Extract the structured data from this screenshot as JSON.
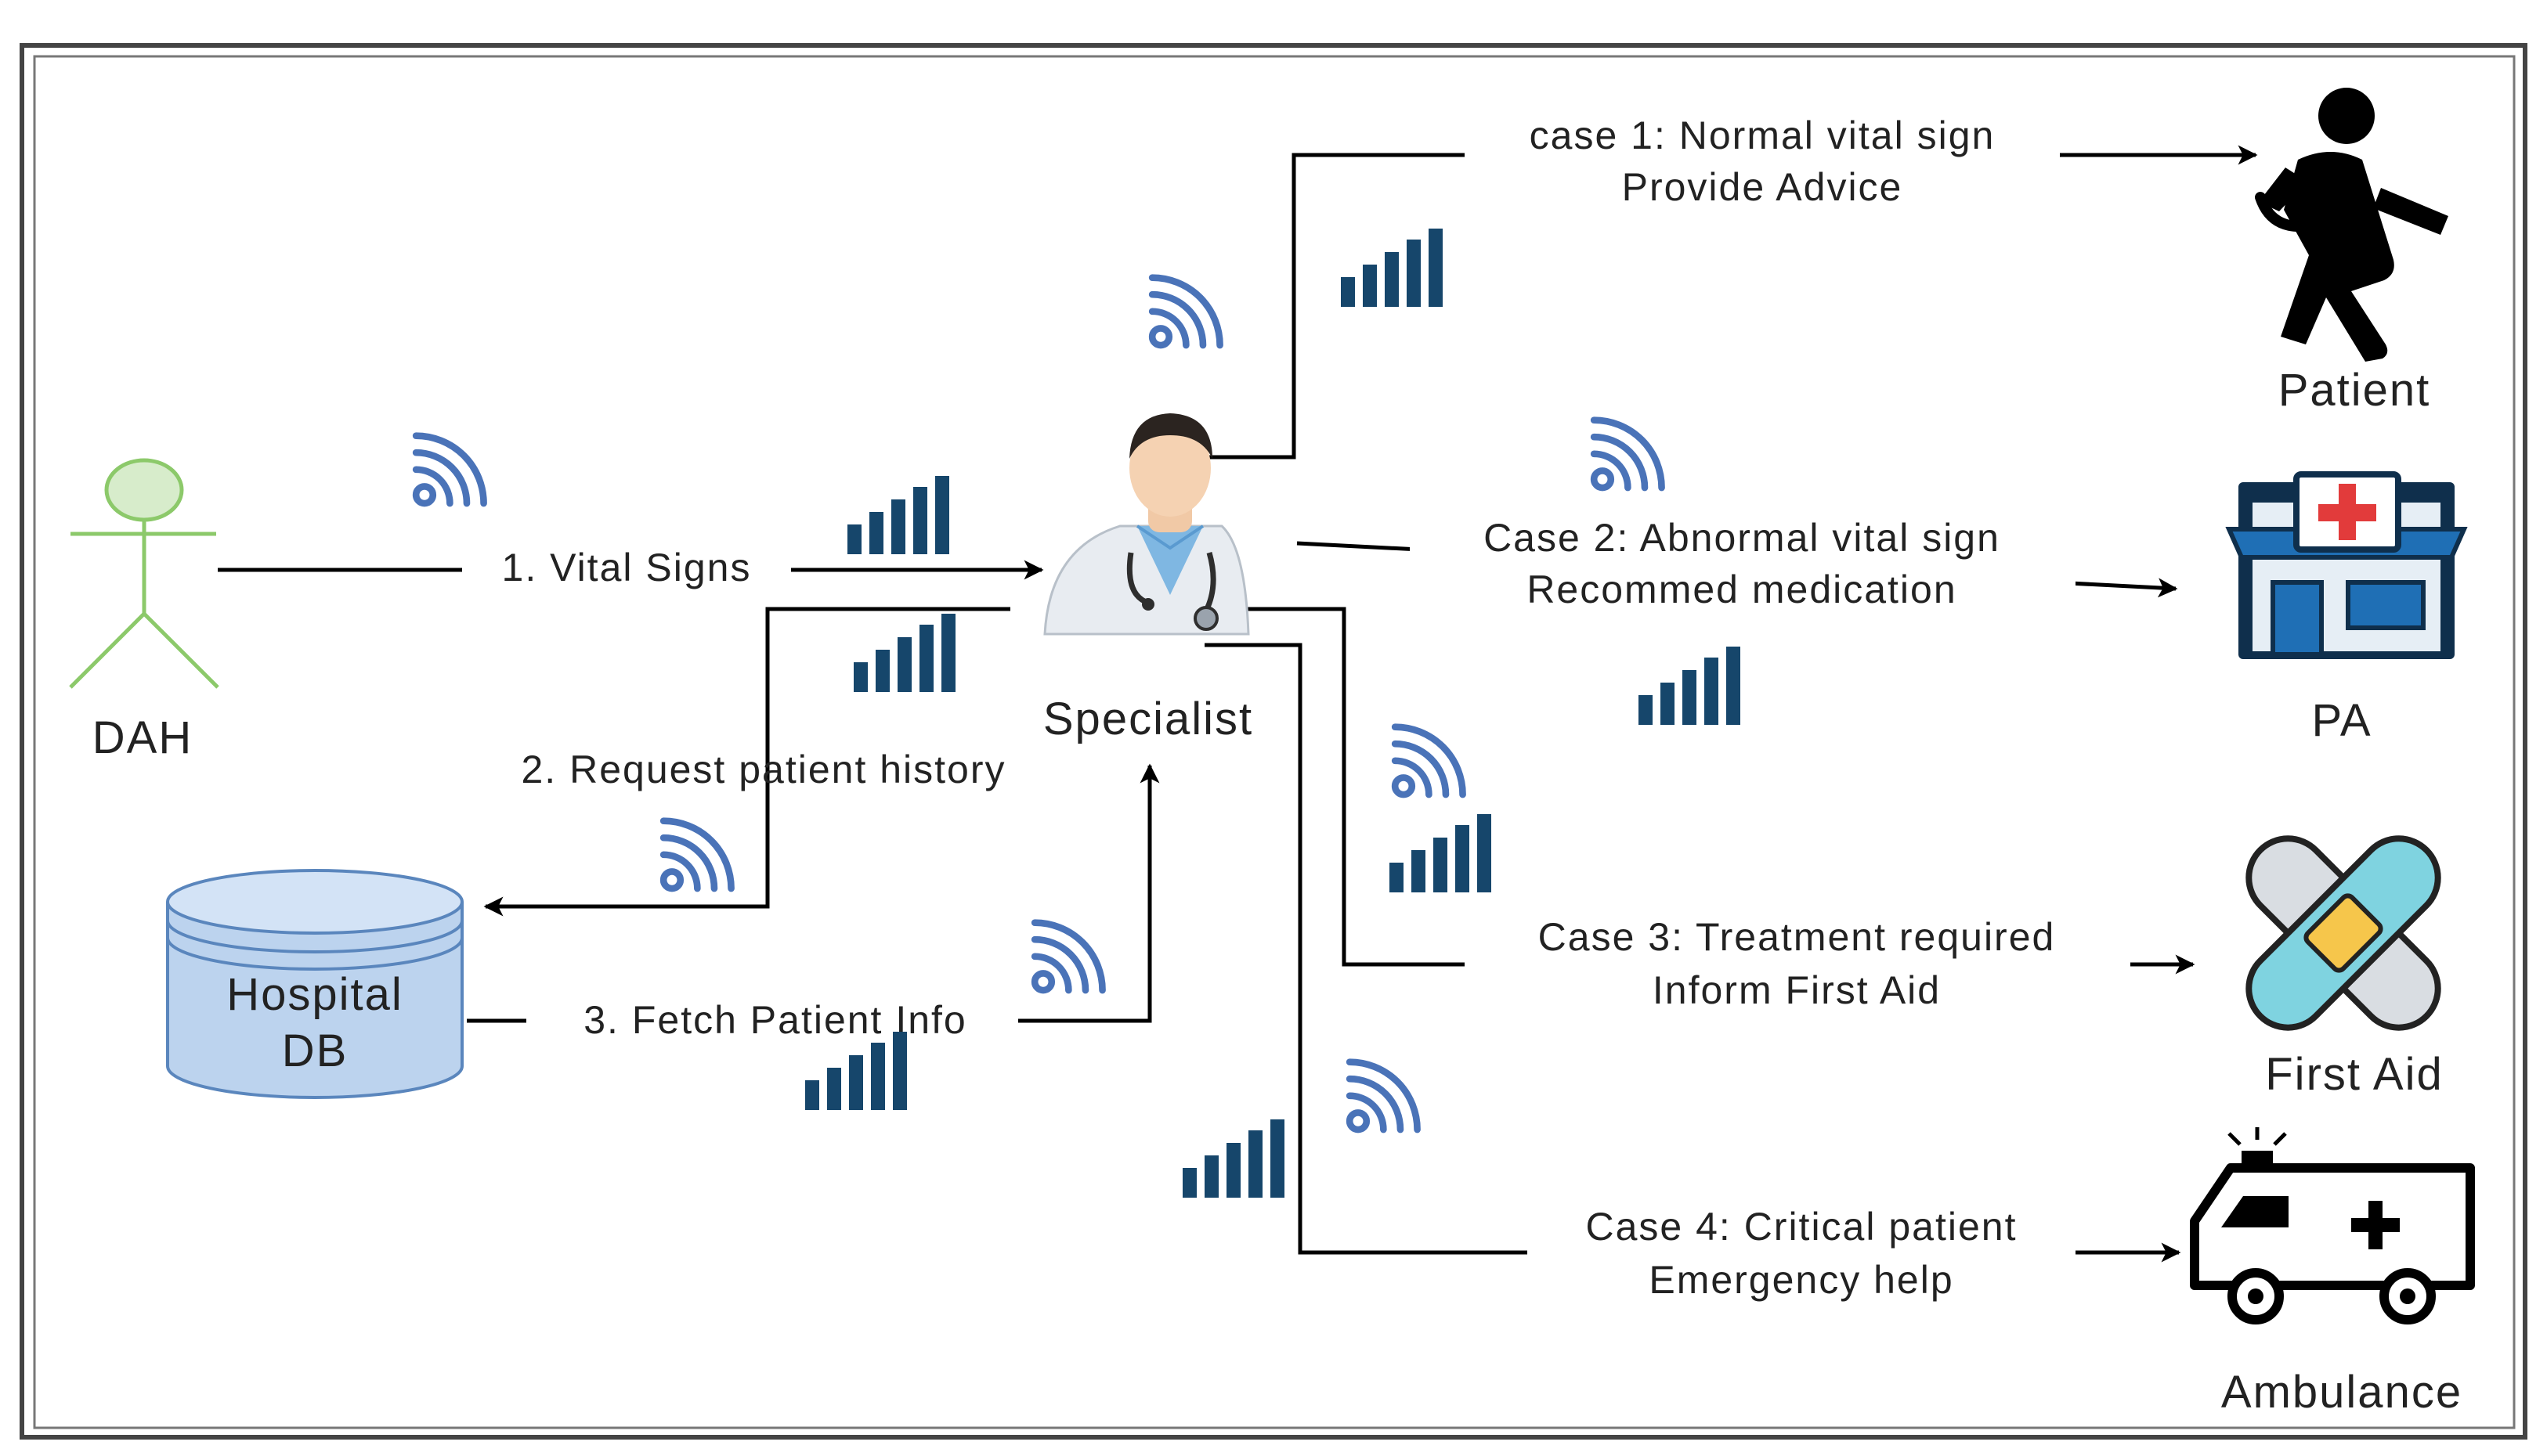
{
  "nodes": {
    "dah": "DAH",
    "specialist": "Specialist",
    "hospital_db": [
      "Hospital",
      "DB"
    ],
    "patient": "Patient",
    "pa": "PA",
    "first_aid": "First Aid",
    "ambulance": "Ambulance"
  },
  "edges": {
    "vital_signs": "1. Vital Signs",
    "request_history": "2. Request patient history",
    "fetch_info": "3. Fetch Patient Info",
    "case1": [
      "case 1: Normal vital sign",
      "Provide Advice"
    ],
    "case2": [
      "Case 2: Abnormal vital sign",
      "Recommed medication"
    ],
    "case3": [
      "Case 3: Treatment required",
      "Inform First Aid"
    ],
    "case4": [
      "Case 4: Critical patient",
      "Emergency help"
    ]
  },
  "colors": {
    "wifi": "#4a73b8",
    "signal_bars": "#16466b",
    "actor": "#8cc96a",
    "database": "#bcd3ee",
    "pharmacy": "#1f6fb5",
    "cross": "#e23b3b",
    "bandage": "#7fd3e0"
  },
  "icons": [
    "wifi-icon",
    "signal-bars-icon",
    "doctor-icon",
    "walking-patient-icon",
    "pharmacy-icon",
    "first-aid-icon",
    "ambulance-icon",
    "actor-icon",
    "database-icon"
  ]
}
